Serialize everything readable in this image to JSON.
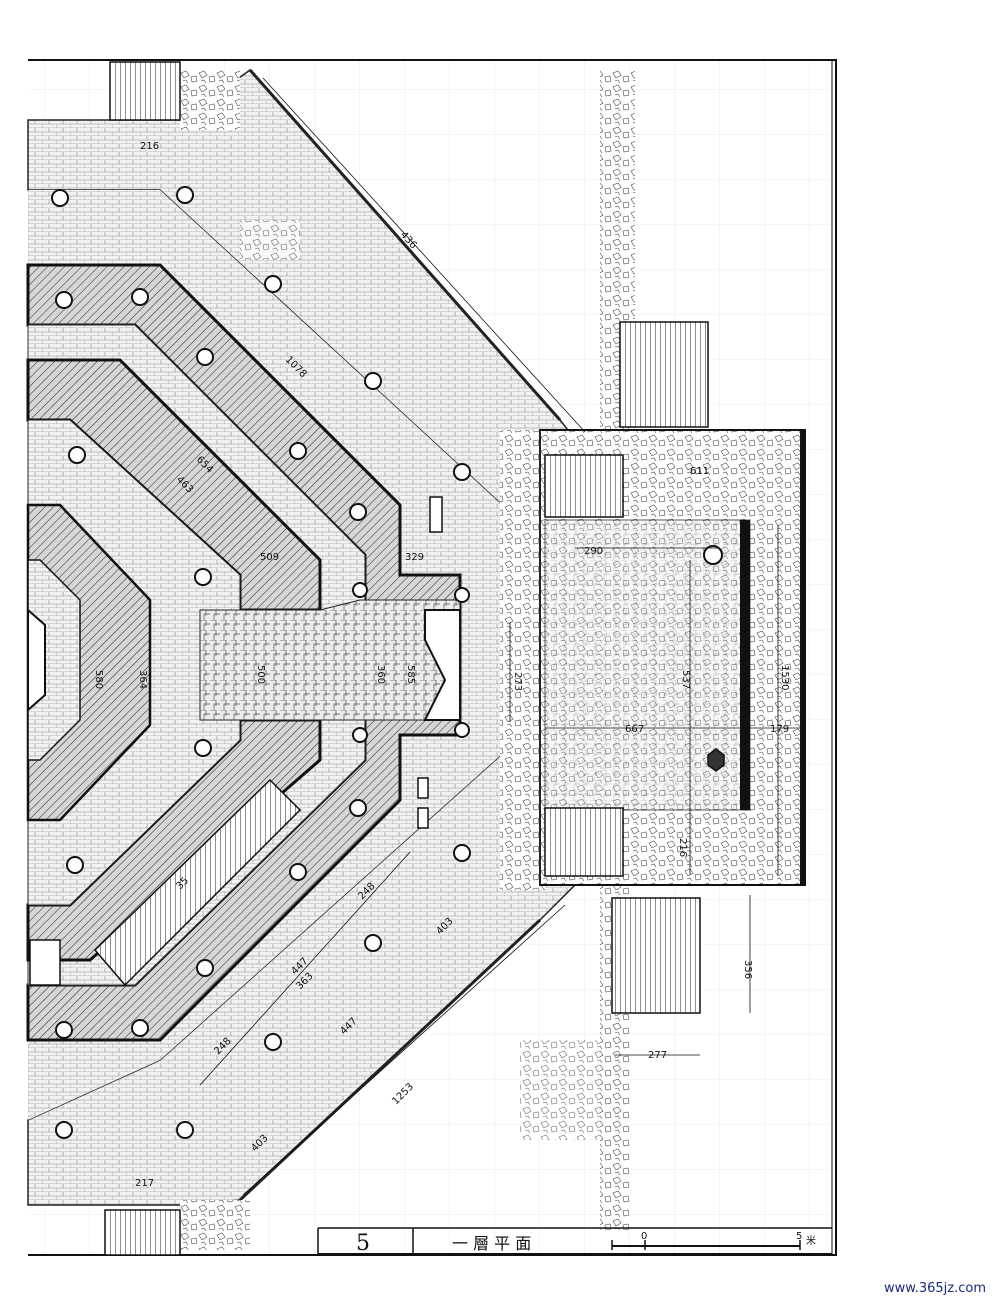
{
  "title_block": {
    "sheet_number": "5",
    "title": "一 層 平 面",
    "scale_start": "0",
    "scale_end": "5",
    "scale_unit": "米"
  },
  "watermark": "www.365jz.com",
  "dimensions": [
    {
      "id": "d216_top",
      "text": "216"
    },
    {
      "id": "d436",
      "text": "436"
    },
    {
      "id": "d1078",
      "text": "1078"
    },
    {
      "id": "d654",
      "text": "654"
    },
    {
      "id": "d463",
      "text": "463"
    },
    {
      "id": "d509",
      "text": "509"
    },
    {
      "id": "d329",
      "text": "329"
    },
    {
      "id": "d611",
      "text": "611"
    },
    {
      "id": "d290",
      "text": "290"
    },
    {
      "id": "d273",
      "text": "273"
    },
    {
      "id": "d580",
      "text": "580"
    },
    {
      "id": "d364",
      "text": "364"
    },
    {
      "id": "d500",
      "text": "500"
    },
    {
      "id": "d360",
      "text": "360"
    },
    {
      "id": "d585",
      "text": "585"
    },
    {
      "id": "d537",
      "text": "537"
    },
    {
      "id": "d1530",
      "text": "1530"
    },
    {
      "id": "d667",
      "text": "667"
    },
    {
      "id": "d179",
      "text": "179"
    },
    {
      "id": "d216_mid",
      "text": "216"
    },
    {
      "id": "d248_a",
      "text": "248"
    },
    {
      "id": "d403_a",
      "text": "403"
    },
    {
      "id": "d447_a",
      "text": "447"
    },
    {
      "id": "d363",
      "text": "363"
    },
    {
      "id": "d447_b",
      "text": "447"
    },
    {
      "id": "d248_b",
      "text": "248"
    },
    {
      "id": "d356",
      "text": "356"
    },
    {
      "id": "d277",
      "text": "277"
    },
    {
      "id": "d403_b",
      "text": "403"
    },
    {
      "id": "d1253",
      "text": "1253"
    },
    {
      "id": "d217",
      "text": "217"
    },
    {
      "id": "d35",
      "text": "35"
    }
  ],
  "colors": {
    "ink": "#111111",
    "paper": "#ffffff",
    "grid": "#d9d9d9",
    "watermark": "#1a2a7a"
  }
}
